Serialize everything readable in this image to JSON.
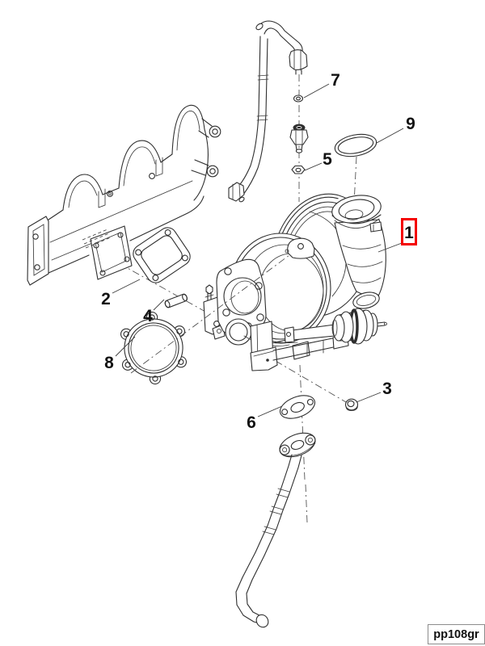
{
  "diagram": {
    "drawing_code": "pp108gr",
    "selected_callout": "1",
    "callouts": [
      {
        "label": "1",
        "selected": true
      },
      {
        "label": "2",
        "selected": false
      },
      {
        "label": "3",
        "selected": false
      },
      {
        "label": "4",
        "selected": false
      },
      {
        "label": "5",
        "selected": false
      },
      {
        "label": "6",
        "selected": false
      },
      {
        "label": "7",
        "selected": false
      },
      {
        "label": "8",
        "selected": false
      },
      {
        "label": "9",
        "selected": false
      }
    ],
    "colors": {
      "line": "#2e2e2e",
      "highlight": "#f40000",
      "background": "#ffffff",
      "code_box_border": "#8c8c8c"
    }
  }
}
